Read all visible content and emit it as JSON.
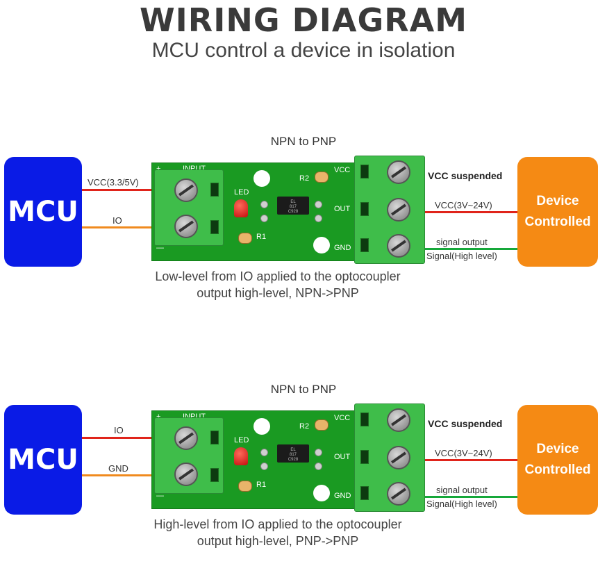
{
  "title": "WIRING DIAGRAM",
  "subtitle": "MCU control a device in isolation",
  "colors": {
    "mcu": "#0a1be6",
    "device": "#f58a14",
    "pcb": "#1a9a22",
    "wire_red": "#e0241b",
    "wire_orange": "#f08a1e",
    "wire_green": "#16a83a"
  },
  "panels": [
    {
      "header": "NPN to PNP",
      "mcu_label": "MCU",
      "device_label_1": "Device",
      "device_label_2": "Controlled",
      "left_wire_1": "VCC(3.3/5V)",
      "left_wire_2": "IO",
      "board": {
        "input": "INPUT",
        "plus": "+",
        "minus": "—",
        "led": "LED",
        "r1": "R1",
        "r2": "R2",
        "vcc": "VCC",
        "out": "OUT",
        "gnd": "GND",
        "chip_1": "EL",
        "chip_2": "817",
        "chip_3": "C928"
      },
      "right_1": "VCC suspended",
      "right_2": "VCC(3V~24V)",
      "right_3a": "signal output",
      "right_3b": "Signal(High level)",
      "caption_1": "Low-level from IO applied to the optocoupler",
      "caption_2": "output high-level, NPN->PNP"
    },
    {
      "header": "NPN to PNP",
      "mcu_label": "MCU",
      "device_label_1": "Device",
      "device_label_2": "Controlled",
      "left_wire_1": "IO",
      "left_wire_2": "GND",
      "board": {
        "input": "INPUT",
        "plus": "+",
        "minus": "—",
        "led": "LED",
        "r1": "R1",
        "r2": "R2",
        "vcc": "VCC",
        "out": "OUT",
        "gnd": "GND",
        "chip_1": "EL",
        "chip_2": "817",
        "chip_3": "C928"
      },
      "right_1": "VCC suspended",
      "right_2": "VCC(3V~24V)",
      "right_3a": "signal output",
      "right_3b": "Signal(High level)",
      "caption_1": "High-level from IO applied to the optocoupler",
      "caption_2": "output high-level, PNP->PNP"
    }
  ]
}
